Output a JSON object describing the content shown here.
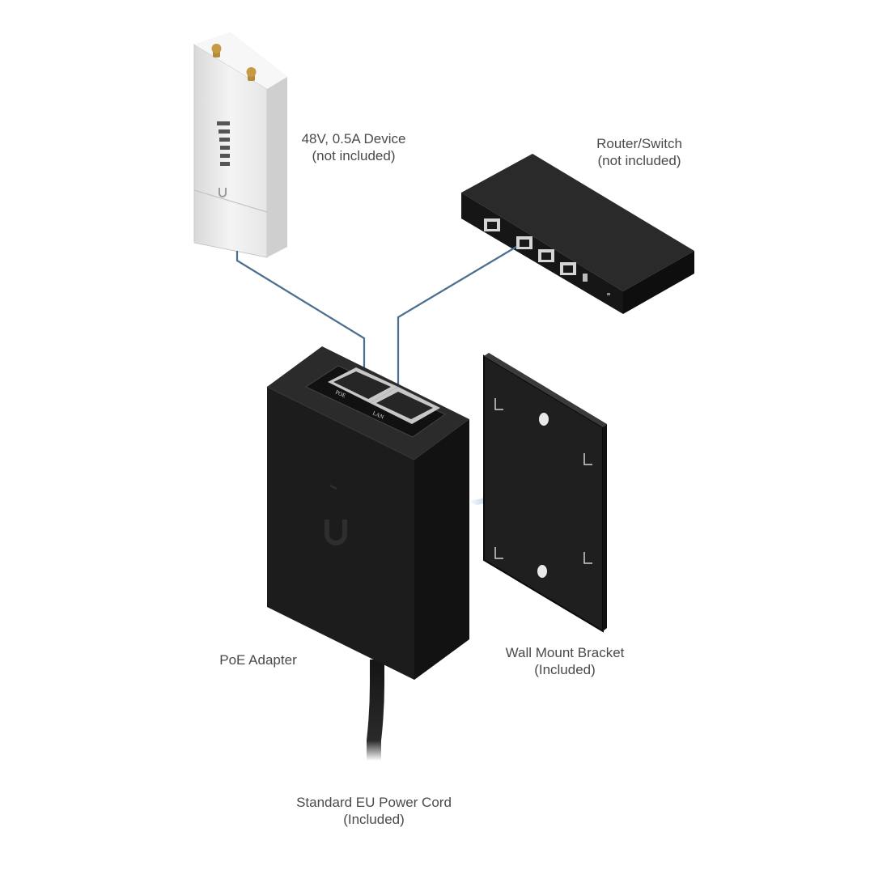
{
  "labels": {
    "device": {
      "line1": "48V, 0.5A Device",
      "line2": "(not included)"
    },
    "router": {
      "line1": "Router/Switch",
      "line2": "(not included)"
    },
    "poe_adapter": "PoE Adapter",
    "bracket": {
      "line1": "Wall Mount Bracket",
      "line2": "(Included)"
    },
    "power_cord": {
      "line1": "Standard EU Power Cord",
      "line2": "(Included)"
    }
  },
  "ports": {
    "poe": "POE",
    "lan": "LAN"
  },
  "colors": {
    "cable": "#4a6e8f",
    "adapter_body": "#1e1e1e",
    "bracket": "#202020",
    "arrow": "#5f87b4",
    "device_body": "#ececec",
    "label_text": "#4a4a4a"
  },
  "icons": [
    "ubiquiti-logo-icon",
    "antenna-connector-icon",
    "rj45-port-icon",
    "direction-arrow-icon"
  ]
}
